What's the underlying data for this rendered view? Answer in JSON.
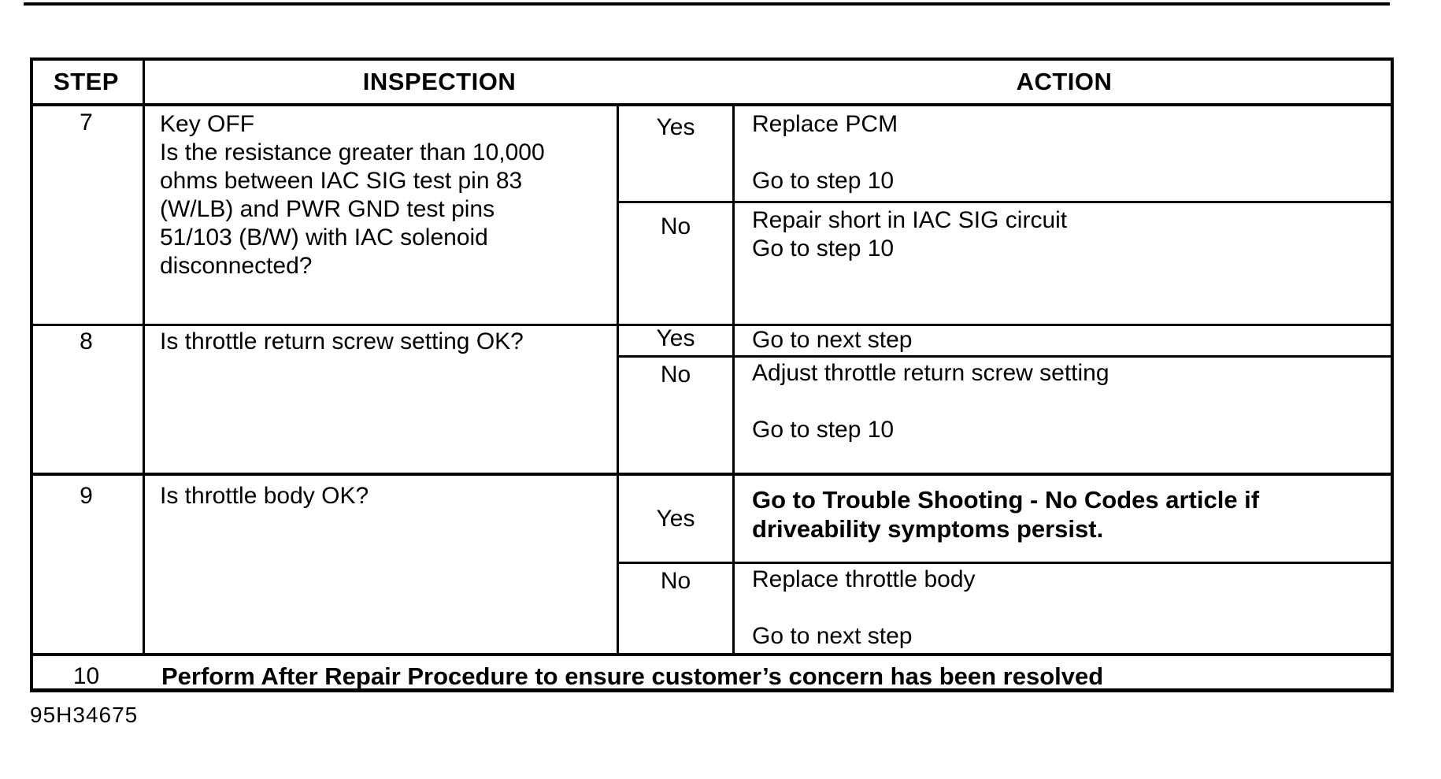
{
  "colors": {
    "ink": "#000000",
    "paper": "#ffffff"
  },
  "table": {
    "headers": {
      "step": "STEP",
      "inspection": "INSPECTION",
      "action": "ACTION"
    },
    "rows": [
      {
        "step": "7",
        "inspection": "Key OFF\nIs the resistance greater than 10,000\nohms between IAC SIG test pin 83\n(W/LB) and PWR GND test pins\n51/103 (B/W) with IAC solenoid\ndisconnected?",
        "yes_label": "Yes",
        "yes_action": "Replace PCM\n\nGo to step 10",
        "no_label": "No",
        "no_action": "Repair short in IAC SIG circuit\nGo to step 10"
      },
      {
        "step": "8",
        "inspection": "Is throttle return screw setting OK?",
        "yes_label": "Yes",
        "yes_action": "Go to next step",
        "no_label": "No",
        "no_action": "Adjust throttle return screw setting\n\nGo to step 10"
      },
      {
        "step": "9",
        "inspection": "Is throttle body OK?",
        "yes_label": "Yes",
        "yes_action": "Go to Trouble Shooting - No Codes article if\ndriveability symptoms persist.",
        "no_label": "No",
        "no_action": "Replace throttle body\n\nGo to next step"
      }
    ],
    "final_row": {
      "step": "10",
      "action": "Perform After Repair Procedure to ensure customer’s concern has been resolved"
    }
  },
  "figure_id": "95H34675"
}
